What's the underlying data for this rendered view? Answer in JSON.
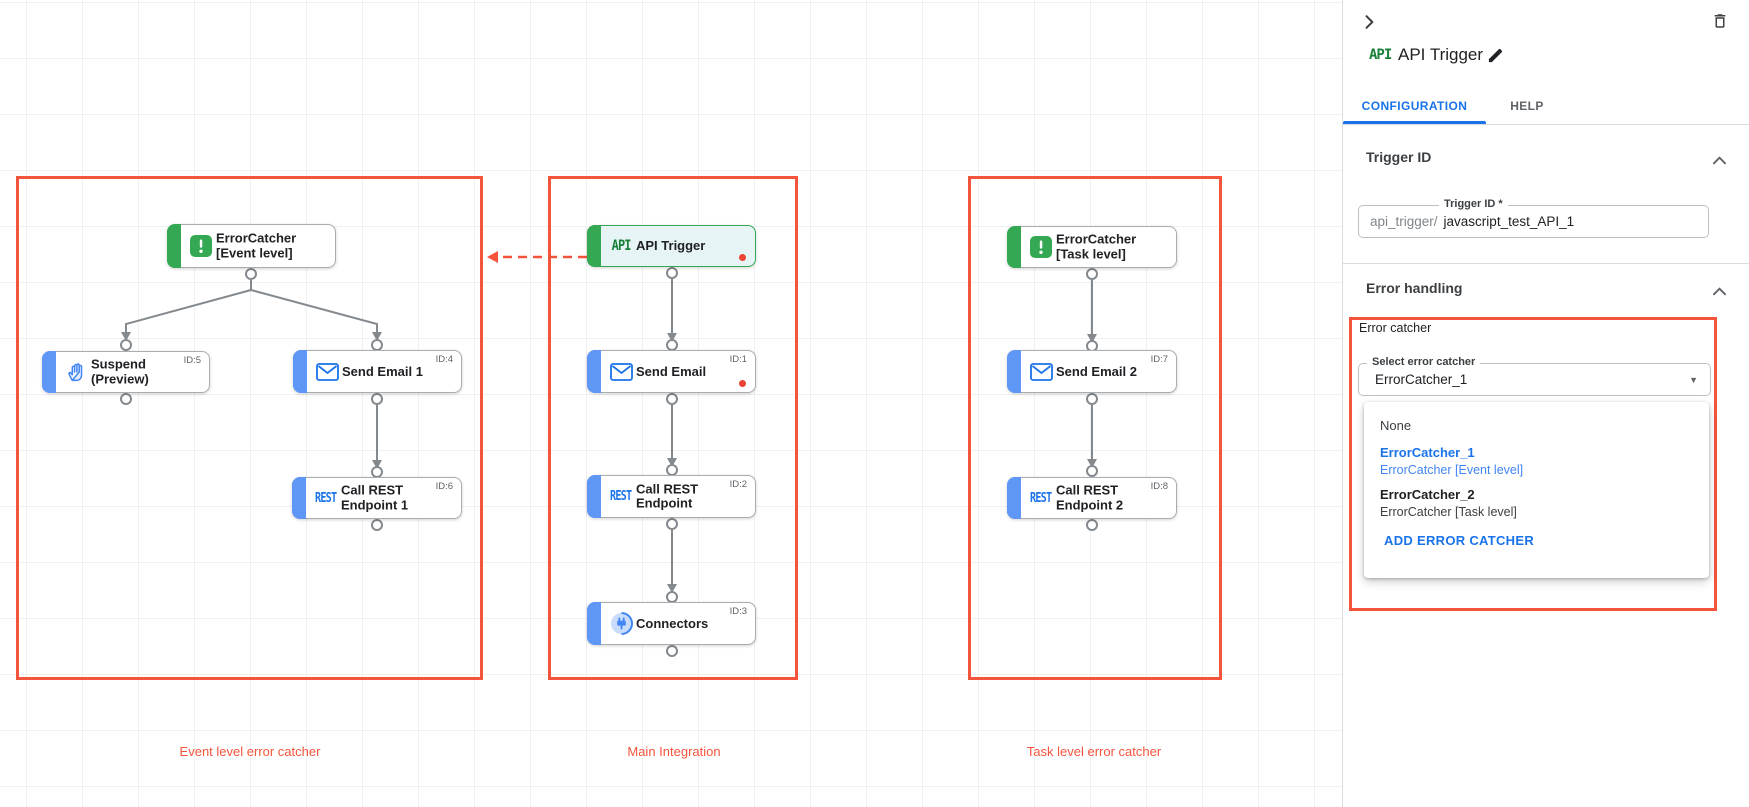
{
  "colors": {
    "annotation_red": "#f4543c",
    "green": "#34a853",
    "blue": "#1a73e8",
    "task_accent_blue": "#5e97f6",
    "api_chip_green": "#188038"
  },
  "canvas": {
    "group_labels": {
      "event_level": "Event level error catcher",
      "main": "Main Integration",
      "task_level": "Task level error catcher"
    },
    "nodes": [
      {
        "lines": [
          "ErrorCatcher",
          "[Event level]"
        ],
        "badge": "",
        "icon": "error-catcher"
      },
      {
        "lines": [
          "Suspend",
          "(Preview)"
        ],
        "badge": "ID:5",
        "icon": "suspend-hand"
      },
      {
        "lines": [
          "Send Email 1"
        ],
        "badge": "ID:4",
        "icon": "mail"
      },
      {
        "lines": [
          "Call REST",
          "Endpoint 1"
        ],
        "badge": "ID:6",
        "icon": "rest",
        "logo": "REST"
      },
      {
        "lines": [
          "API Trigger"
        ],
        "badge": "",
        "icon": "api",
        "logo": "API"
      },
      {
        "lines": [
          "Send Email"
        ],
        "badge": "ID:1",
        "icon": "mail"
      },
      {
        "lines": [
          "Call REST",
          "Endpoint"
        ],
        "badge": "ID:2",
        "icon": "rest",
        "logo": "REST"
      },
      {
        "lines": [
          "Connectors"
        ],
        "badge": "ID:3",
        "icon": "connectors"
      },
      {
        "lines": [
          "ErrorCatcher",
          "[Task level]"
        ],
        "badge": "",
        "icon": "error-catcher"
      },
      {
        "lines": [
          "Send Email 2"
        ],
        "badge": "ID:7",
        "icon": "mail"
      },
      {
        "lines": [
          "Call REST",
          "Endpoint 2"
        ],
        "badge": "ID:8",
        "icon": "rest",
        "logo": "REST"
      }
    ]
  },
  "panel": {
    "logo": "API",
    "title": "API Trigger",
    "tabs": {
      "configuration": "CONFIGURATION",
      "help": "HELP"
    },
    "trigger_id": {
      "heading": "Trigger ID",
      "field_label": "Trigger ID *",
      "prefix": "api_trigger/",
      "value": "javascript_test_API_1"
    },
    "error_handling": {
      "heading": "Error handling",
      "group_label": "Error catcher",
      "select_label": "Select error catcher",
      "select_value": "ErrorCatcher_1",
      "menu": {
        "none": "None",
        "opt1_name": "ErrorCatcher_1",
        "opt1_desc": "ErrorCatcher [Event level]",
        "opt2_name": "ErrorCatcher_2",
        "opt2_desc": "ErrorCatcher [Task level]",
        "add_button": "ADD ERROR CATCHER"
      }
    }
  }
}
